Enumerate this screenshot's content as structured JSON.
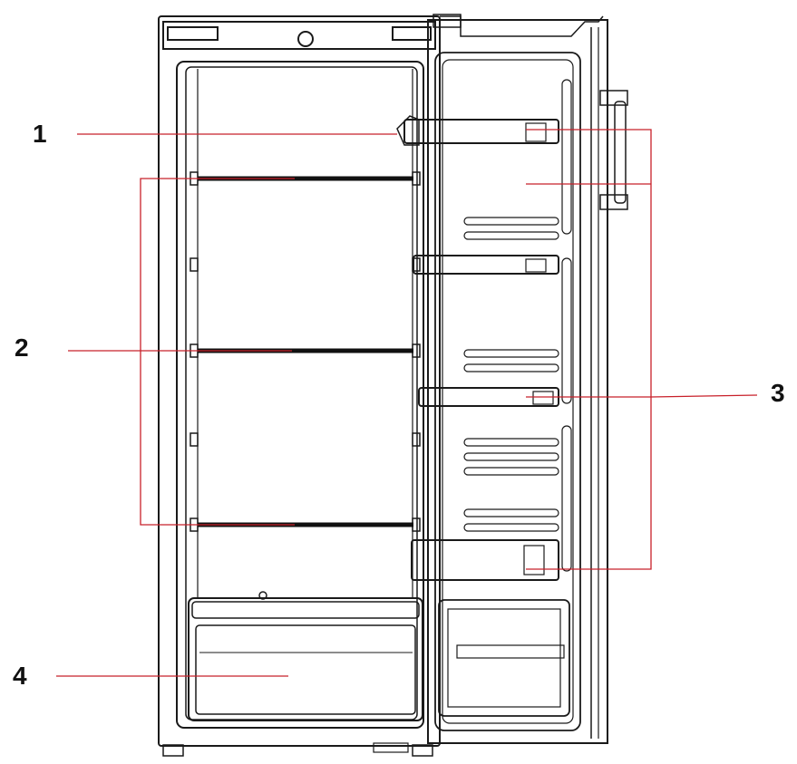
{
  "callouts": [
    {
      "id": "1",
      "label": "1"
    },
    {
      "id": "2",
      "label": "2"
    },
    {
      "id": "3",
      "label": "3"
    },
    {
      "id": "4",
      "label": "4"
    }
  ],
  "colors": {
    "outline": "#1a1a1a",
    "shelf": "#111111",
    "leader": "#c8202a",
    "background": "#ffffff"
  }
}
